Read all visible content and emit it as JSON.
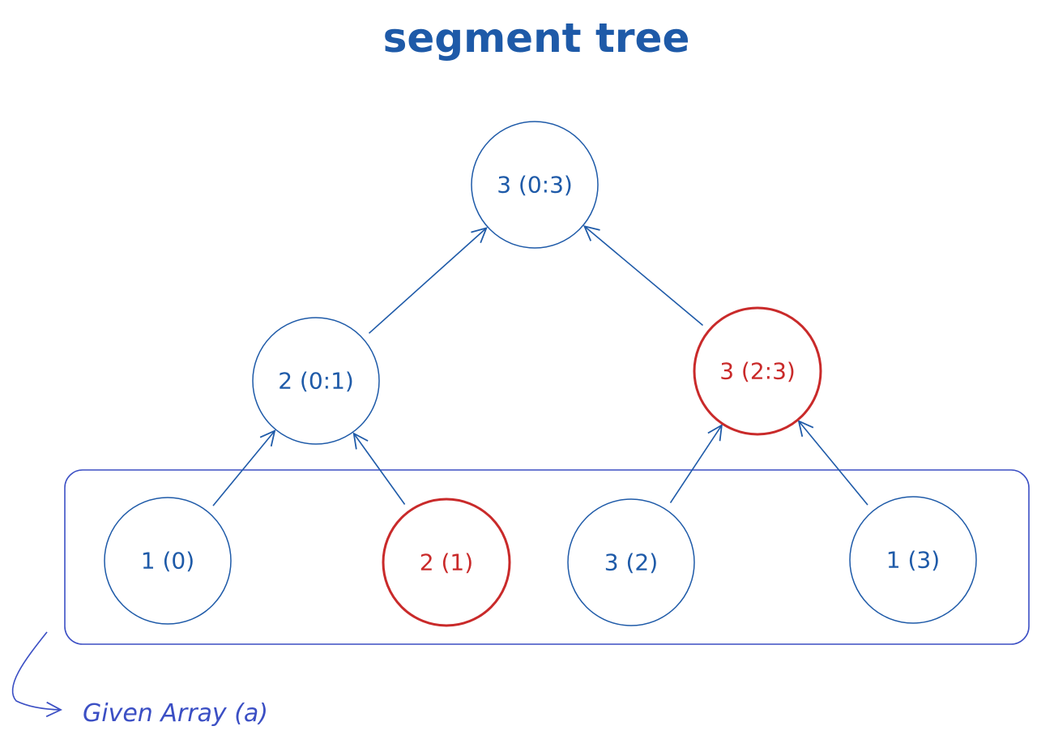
{
  "title": "segment tree",
  "colors": {
    "normal": "#1e5aa8",
    "highlight": "#c92a2a",
    "box": "#3b4fc4",
    "caption": "#3b4fc4"
  },
  "nodes": [
    {
      "id": "root",
      "label": "3 (0:3)",
      "highlighted": false
    },
    {
      "id": "left-mid",
      "label": "2 (0:1)",
      "highlighted": false
    },
    {
      "id": "right-mid",
      "label": "3 (2:3)",
      "highlighted": true
    },
    {
      "id": "leaf-0",
      "label": "1 (0)",
      "highlighted": false
    },
    {
      "id": "leaf-1",
      "label": "2 (1)",
      "highlighted": true
    },
    {
      "id": "leaf-2",
      "label": "3 (2)",
      "highlighted": false
    },
    {
      "id": "leaf-3",
      "label": "1 (3)",
      "highlighted": false
    }
  ],
  "edges": [
    {
      "from": "left-mid",
      "to": "root"
    },
    {
      "from": "right-mid",
      "to": "root"
    },
    {
      "from": "leaf-0",
      "to": "left-mid"
    },
    {
      "from": "leaf-1",
      "to": "left-mid"
    },
    {
      "from": "leaf-2",
      "to": "right-mid"
    },
    {
      "from": "leaf-3",
      "to": "right-mid"
    }
  ],
  "array_caption": "Given Array (a)"
}
